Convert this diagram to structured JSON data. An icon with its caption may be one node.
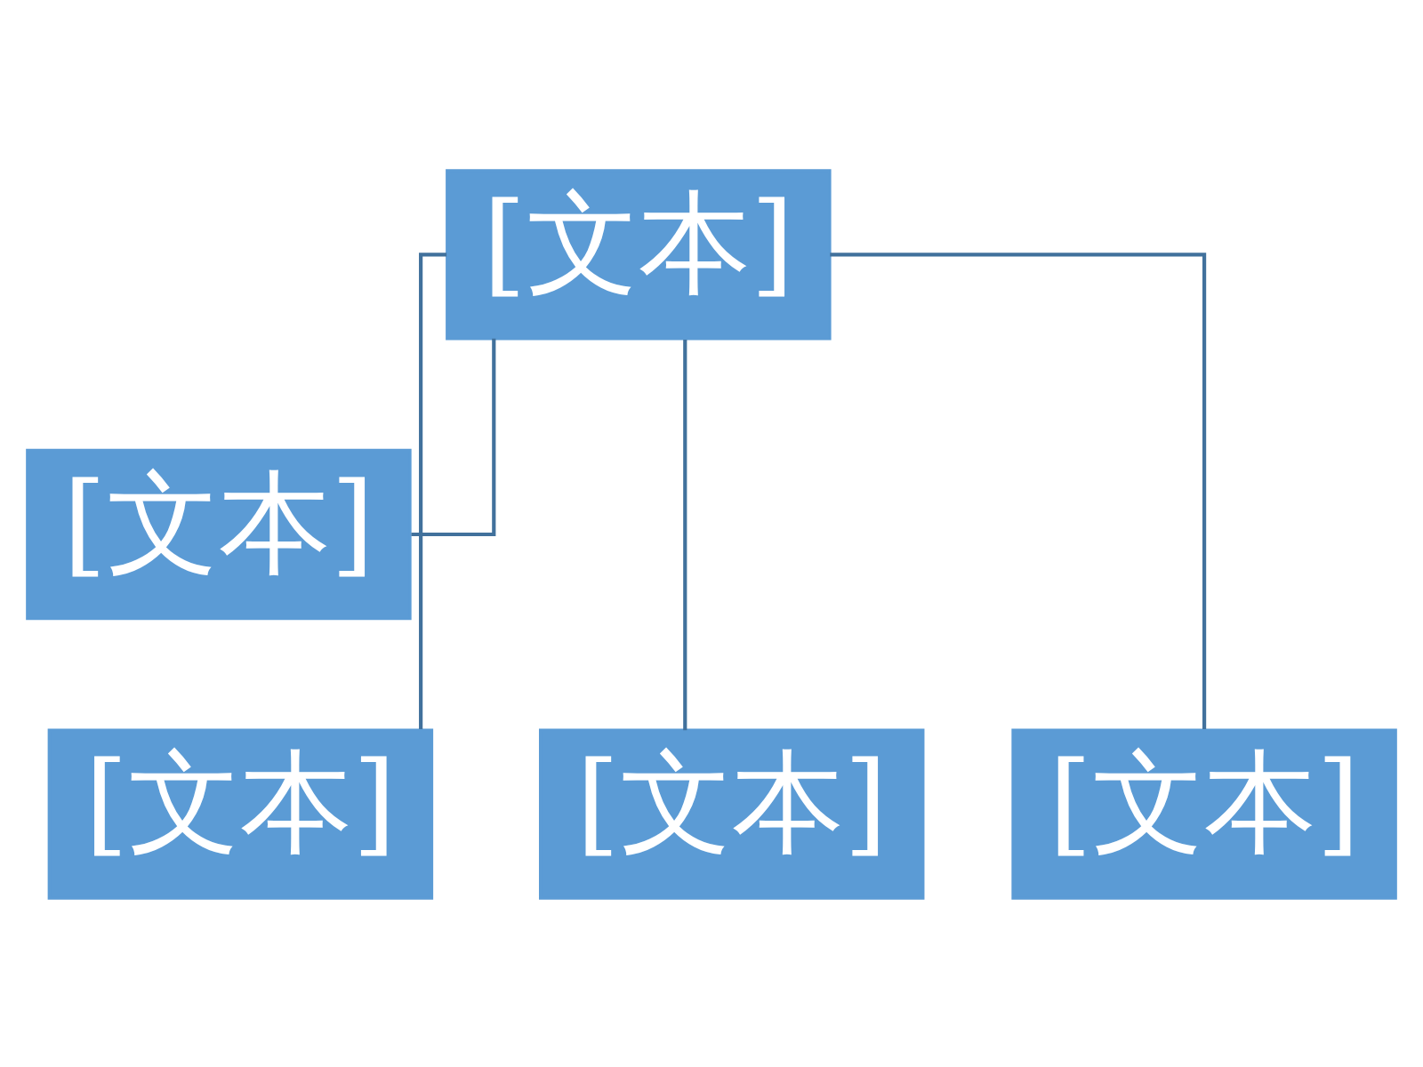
{
  "diagram": {
    "nodes": [
      {
        "text": [
          "[文本]"
        ]
      },
      {
        "text": [
          "[文本]"
        ]
      },
      {
        "text": [
          "[文本]"
        ]
      },
      {
        "text": [
          "[文本]"
        ]
      },
      {
        "text": [
          "[文本]"
        ]
      }
    ],
    "edges": [
      {
        "from": 0,
        "to": 1,
        "arrow": "none"
      },
      {
        "from": 0,
        "to": 2,
        "arrow": "none"
      },
      {
        "from": 0,
        "to": 3,
        "arrow": "none"
      },
      {
        "from": 0,
        "to": 4,
        "arrow": "none"
      }
    ]
  }
}
